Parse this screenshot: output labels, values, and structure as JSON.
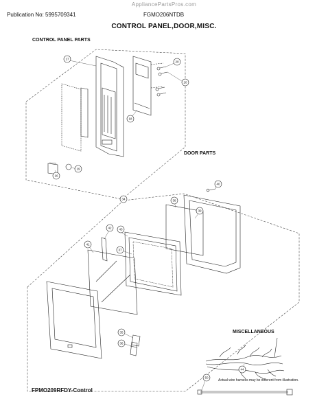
{
  "watermark": "AppliancePartsPros.com",
  "publication": "Publication No: 5995709341",
  "model": "FGMO206NTDB",
  "title": "CONTROL PANEL,DOOR,MISC.",
  "sections": {
    "control_panel": "CONTROL PANEL PARTS",
    "door": "DOOR PARTS",
    "misc": "MISCELLANEOUS"
  },
  "note": "Actual wire harness may be different from illustration.",
  "footer": "FPMO209RFDY-Control",
  "callouts": {
    "c17": "17",
    "c20a": "20",
    "c20b": "20",
    "c18": "18",
    "c16": "16",
    "c19": "19",
    "c34": "34",
    "c40": "40",
    "c38": "38",
    "c39": "39",
    "c42": "42",
    "c43": "43",
    "c41": "41",
    "c37": "37",
    "c35": "35",
    "c36": "36",
    "c44": "44",
    "c50": "50"
  }
}
